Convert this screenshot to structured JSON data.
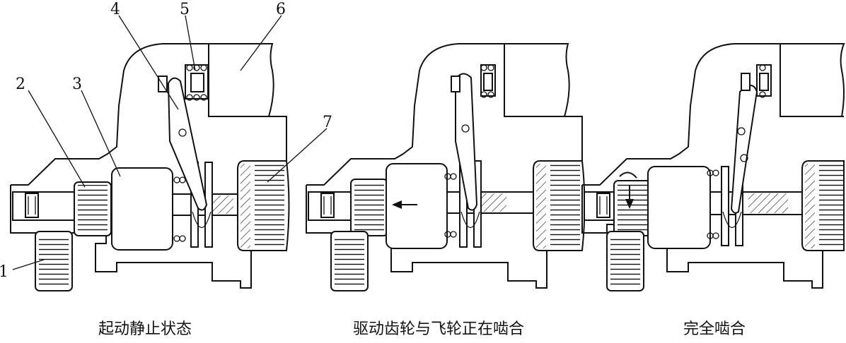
{
  "callouts": [
    "1",
    "2",
    "3",
    "4",
    "5",
    "6",
    "7"
  ],
  "captions": {
    "panel1": "起动静止状态",
    "panel2": "驱动齿轮与飞轮正在啮合",
    "panel3": "完全啮合"
  }
}
